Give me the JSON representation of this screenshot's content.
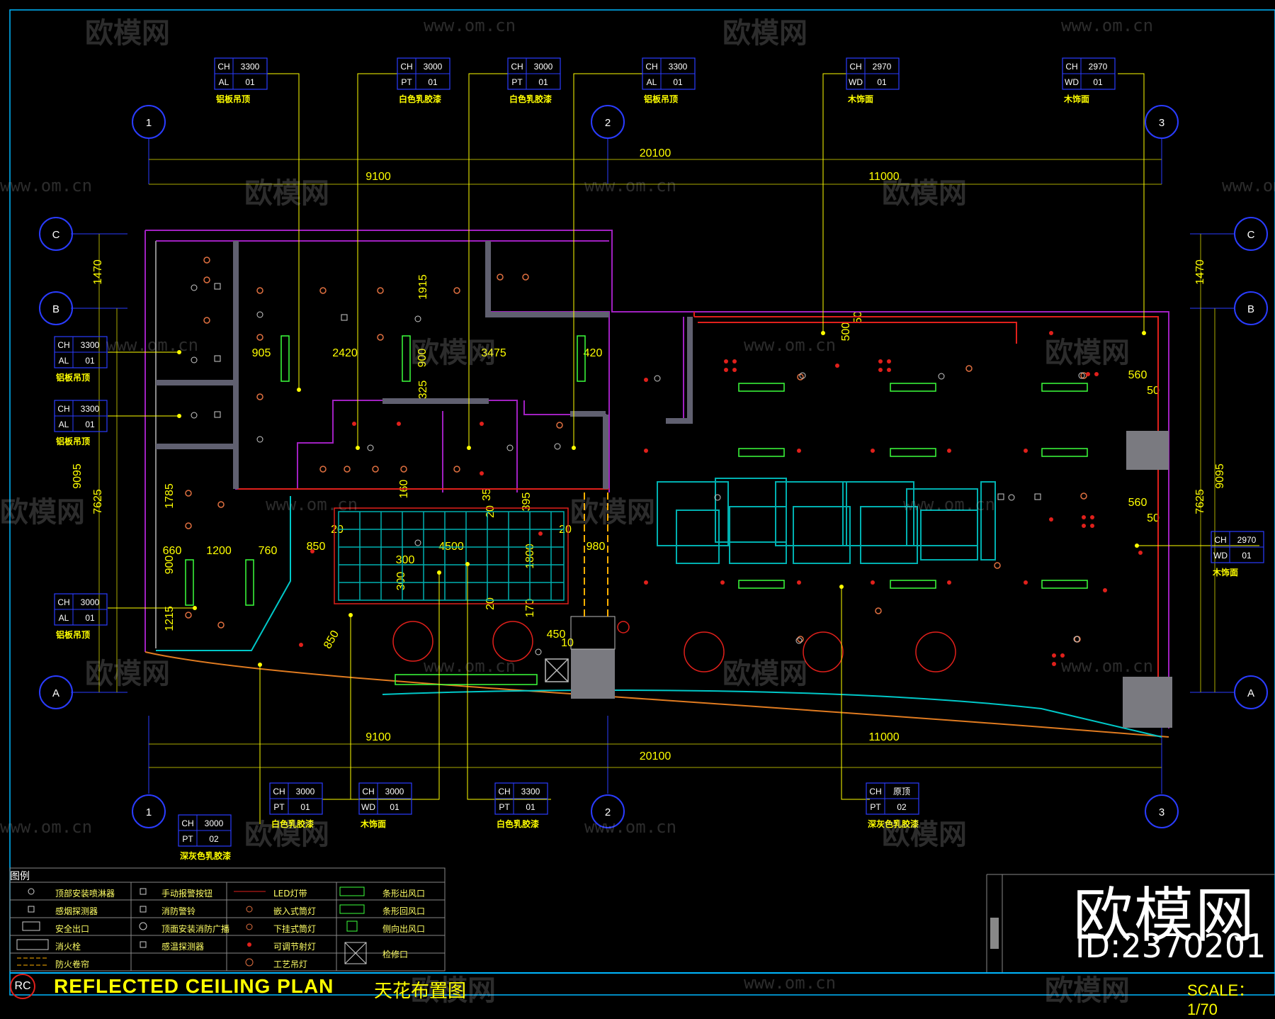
{
  "grid": {
    "cols": [
      "1",
      "2",
      "3"
    ],
    "rows": [
      "C",
      "B",
      "A"
    ]
  },
  "dimensions": {
    "overall_top": "20100",
    "left_top": "9100",
    "right_top": "11000",
    "overall_bottom": "20100",
    "left_bottom": "9100",
    "right_bottom": "11000",
    "left_1470": "1470",
    "left_9095": "9095",
    "left_7625": "7625",
    "right_1470": "1470",
    "right_9095": "9095",
    "right_7625": "7625",
    "d1915": "1915",
    "d905": "905",
    "d2420": "2420",
    "d900": "900",
    "d3475": "3475",
    "d420": "420",
    "d325": "325",
    "d160": "160",
    "d35": "35",
    "d395": "395",
    "d20a": "20",
    "d20b": "20",
    "d20c": "20",
    "d20d": "20",
    "d4500": "4500",
    "d300a": "300",
    "d300b": "300",
    "d1800": "1800",
    "d170": "170",
    "d980": "980",
    "d850a": "850",
    "d850b": "850",
    "d1785": "1785",
    "d660": "660",
    "d1200": "1200",
    "d760": "760",
    "d900v": "900",
    "d1215": "1215",
    "d450": "450",
    "d10": "10",
    "d500": "500",
    "d50": "50",
    "d560a": "560",
    "d50a": "50",
    "d560b": "560",
    "d50b": "50"
  },
  "tags": [
    {
      "ch": "CH",
      "h": "3300",
      "code": "AL",
      "num": "01",
      "label": "铝板吊顶"
    },
    {
      "ch": "CH",
      "h": "3000",
      "code": "PT",
      "num": "01",
      "label": "白色乳胶漆"
    },
    {
      "ch": "CH",
      "h": "3000",
      "code": "PT",
      "num": "01",
      "label": "白色乳胶漆"
    },
    {
      "ch": "CH",
      "h": "3300",
      "code": "AL",
      "num": "01",
      "label": "铝板吊顶"
    },
    {
      "ch": "CH",
      "h": "2970",
      "code": "WD",
      "num": "01",
      "label": "木饰面"
    },
    {
      "ch": "CH",
      "h": "2970",
      "code": "WD",
      "num": "01",
      "label": "木饰面"
    },
    {
      "ch": "CH",
      "h": "3300",
      "code": "AL",
      "num": "01",
      "label": "铝板吊顶"
    },
    {
      "ch": "CH",
      "h": "3300",
      "code": "AL",
      "num": "01",
      "label": "铝板吊顶"
    },
    {
      "ch": "CH",
      "h": "3000",
      "code": "AL",
      "num": "01",
      "label": "铝板吊顶"
    },
    {
      "ch": "CH",
      "h": "2970",
      "code": "WD",
      "num": "01",
      "label": "木饰面"
    },
    {
      "ch": "CH",
      "h": "3000",
      "code": "PT",
      "num": "01",
      "label": "白色乳胶漆"
    },
    {
      "ch": "CH",
      "h": "3000",
      "code": "WD",
      "num": "01",
      "label": "木饰面"
    },
    {
      "ch": "CH",
      "h": "3300",
      "code": "PT",
      "num": "01",
      "label": "白色乳胶漆"
    },
    {
      "ch": "CH",
      "h": "原顶",
      "code": "PT",
      "num": "02",
      "label": "深灰色乳胶漆"
    },
    {
      "ch": "CH",
      "h": "3000",
      "code": "PT",
      "num": "02",
      "label": "深灰色乳胶漆"
    }
  ],
  "legend": {
    "title": "图例",
    "items": [
      "顶部安装喷淋器",
      "感烟探测器",
      "安全出口",
      "消火栓",
      "防火卷帘",
      "手动报警按钮",
      "消防警铃",
      "顶面安装消防广播",
      "感温探测器",
      "LED灯带",
      "嵌入式筒灯",
      "下挂式筒灯",
      "可调节射灯",
      "工艺吊灯",
      "条形出风口",
      "条形回风口",
      "侧向出风口",
      "检修口"
    ]
  },
  "title_block": {
    "rc": "RC",
    "title_en": "REFLECTED CEILING PLAN",
    "title_cn": "天花布置图",
    "scale": "SCALE：1/70"
  },
  "watermark": {
    "brand": "欧模网",
    "url": "www.om.cn",
    "big_brand": "欧模网",
    "id": "ID:2370201"
  },
  "colors": {
    "background": "#000000",
    "dimension": "#ffff00",
    "grid_bubble": "#2a3cff",
    "wall": "#a020c0",
    "ceiling_grid": "#00c8c8",
    "light": "#ff3a2a",
    "diffuser": "#3cff3c",
    "border": "#00b7ff"
  }
}
